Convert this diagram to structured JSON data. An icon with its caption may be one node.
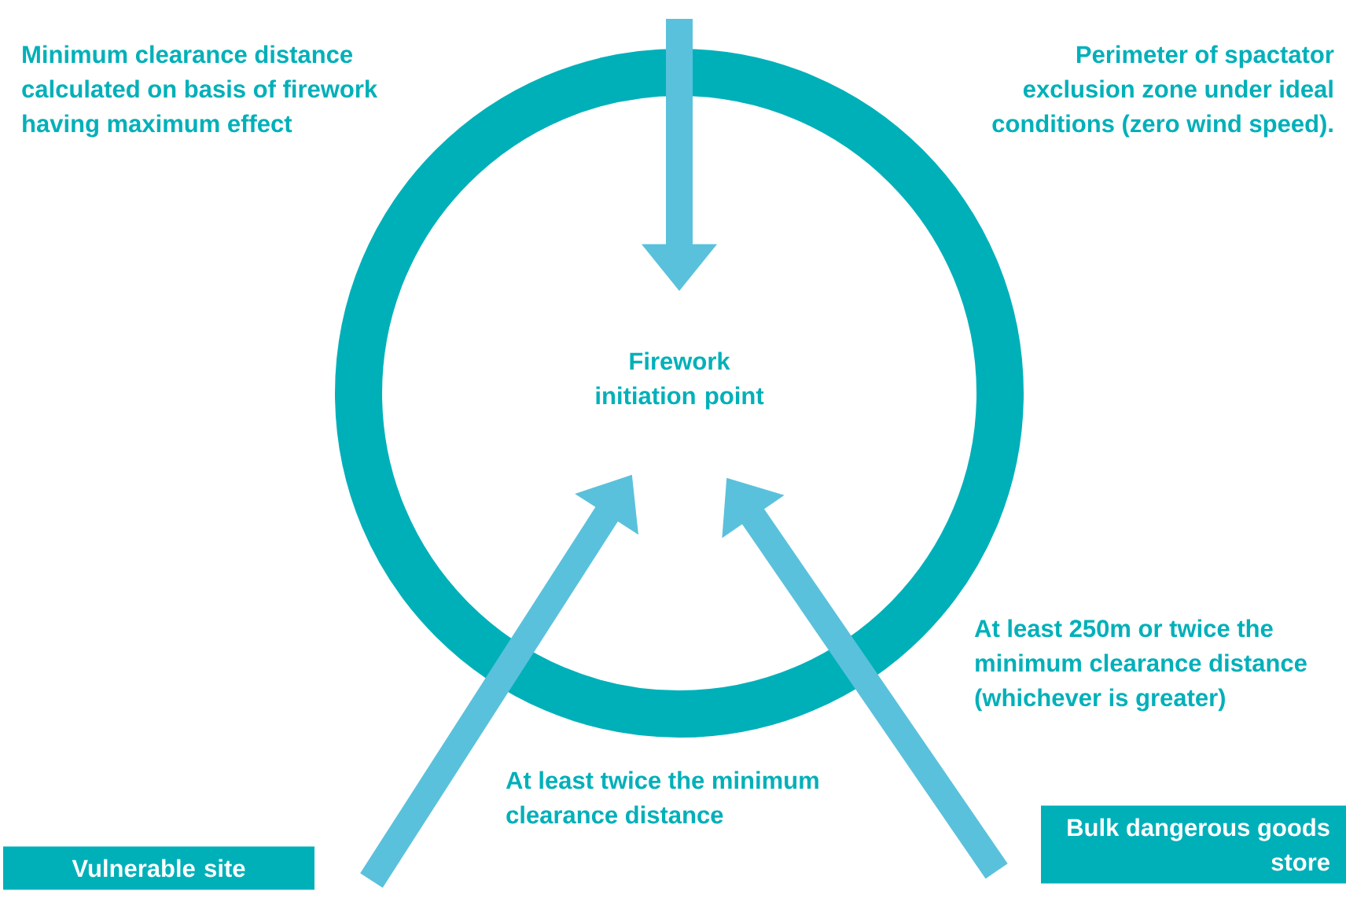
{
  "diagram": {
    "nodes": [
      {
        "text": [
          "Firework initiation point"
        ]
      },
      {
        "text": [
          "Vulnerable site"
        ]
      },
      {
        "text": [
          "Bulk dangerous goods store"
        ]
      }
    ],
    "edges": [
      {
        "from": null,
        "to": 0,
        "arrow": "to"
      },
      {
        "from": 1,
        "to": 0,
        "arrow": "to",
        "label": "At least twice the minimum clearance distance"
      },
      {
        "from": 2,
        "to": 0,
        "arrow": "to",
        "label": "At least 250m or twice the minimum clearance distance (whichever is greater)"
      }
    ],
    "labels": [
      "Minimum clearance distance calculated on basis of firework having maximum effect",
      "Perimeter of spactator exclusion zone under ideal conditions (zero wind speed)."
    ]
  }
}
